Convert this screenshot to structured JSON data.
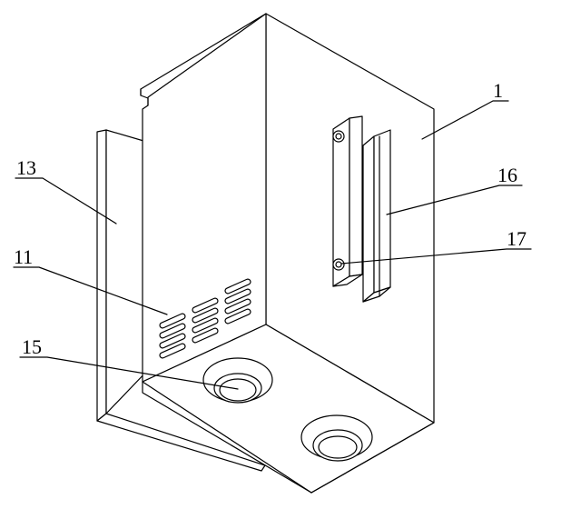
{
  "labels": {
    "l1": "1",
    "l16": "16",
    "l17": "17",
    "l13": "13",
    "l11": "11",
    "l15": "15"
  },
  "colors": {
    "line": "#000000",
    "background": "#ffffff"
  }
}
